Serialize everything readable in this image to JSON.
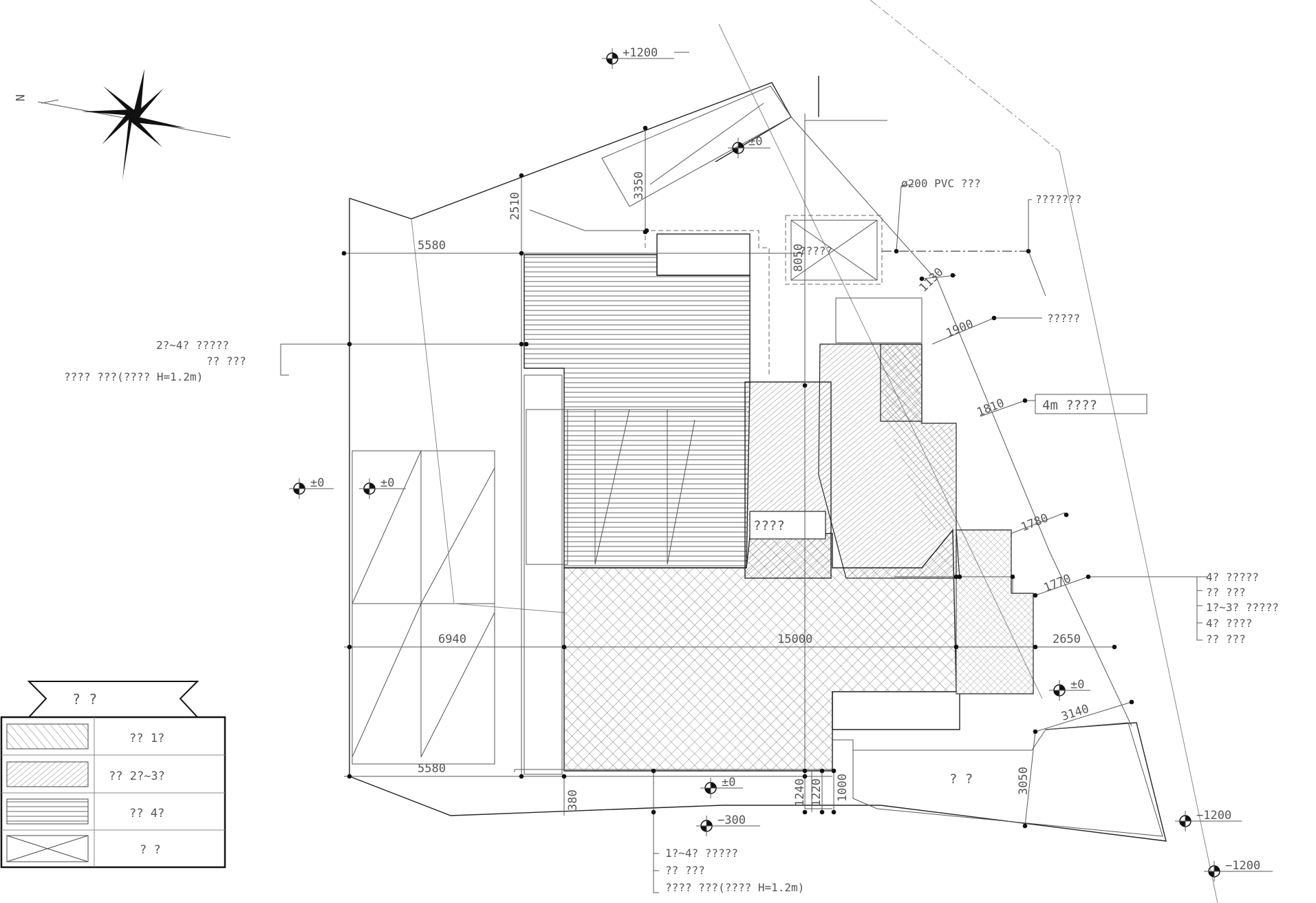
{
  "north_label": "N",
  "levels": {
    "top_plus1200": "+1200",
    "top_zero": "±0",
    "left_zero_a": "±0",
    "left_zero_b": "±0",
    "right_zero": "±0",
    "bottom_zero": "±0",
    "bottom_minus300": "−300",
    "right_minus1200_a": "−1200",
    "right_minus1200_b": "−1200"
  },
  "dimensions": {
    "d5580_top": "5580",
    "d5580_bottom": "5580",
    "d6940": "6940",
    "d15000": "15000",
    "d2650": "2650",
    "d2510": "2510",
    "d3350": "3350",
    "d8050": "8050",
    "d1130": "1130",
    "d1900": "1900",
    "d1810": "1810",
    "d1780": "1780",
    "d1770": "1770",
    "d3140": "3140",
    "d3050": "3050",
    "d380": "380",
    "d1240": "1240",
    "d1220": "1220",
    "d1000": "1000"
  },
  "annotations": {
    "pipe": "ø200 PVC ???",
    "top_right": "???????",
    "right_mid": "?????",
    "road": "4m  ????",
    "center_box": "????",
    "septic": "?????",
    "bottom_area": "?  ?",
    "left_note": [
      "2?~4? ?????",
      "?? ???",
      "???? ???(???? H=1.2m)"
    ],
    "bottom_note": [
      "1?~4? ?????",
      "?? ???",
      "???? ???(???? H=1.2m)"
    ],
    "right_note": [
      "4? ?????",
      "?? ???",
      "1?~3? ?????",
      "4? ????",
      "?? ???"
    ]
  },
  "legend": {
    "title": "?    ?",
    "rows": [
      {
        "label": "?? 1?"
      },
      {
        "label": "?? 2?~3?"
      },
      {
        "label": "?? 4?"
      },
      {
        "label": "?  ?"
      }
    ]
  }
}
